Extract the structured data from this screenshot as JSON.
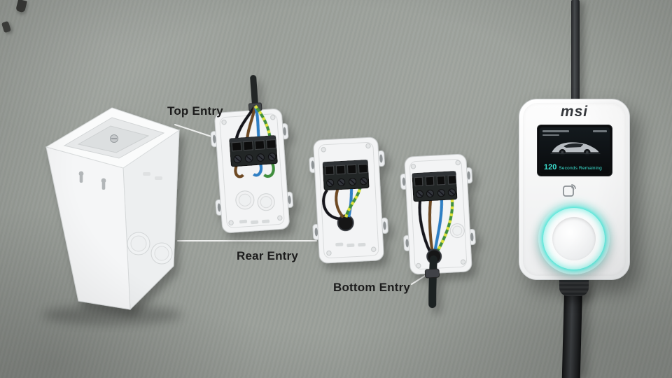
{
  "diagram": {
    "callouts": {
      "top_entry": "Top Entry",
      "rear_entry": "Rear Entry",
      "bottom_entry": "Bottom Entry"
    }
  },
  "charger": {
    "brand": "msi",
    "screen": {
      "countdown_value": "120",
      "countdown_label": "Seconds Remaining"
    }
  },
  "colors": {
    "wall": "#9ca19b",
    "accent_glow": "#3de6d6",
    "label_text": "#1c1c1c",
    "leader_line": "#f2f3f2",
    "wire_black": "#17181a",
    "wire_brown": "#6e4a22",
    "wire_blue": "#2f7fc4",
    "wire_green": "#3f8f3c",
    "wire_yellow": "#dfe23a"
  }
}
